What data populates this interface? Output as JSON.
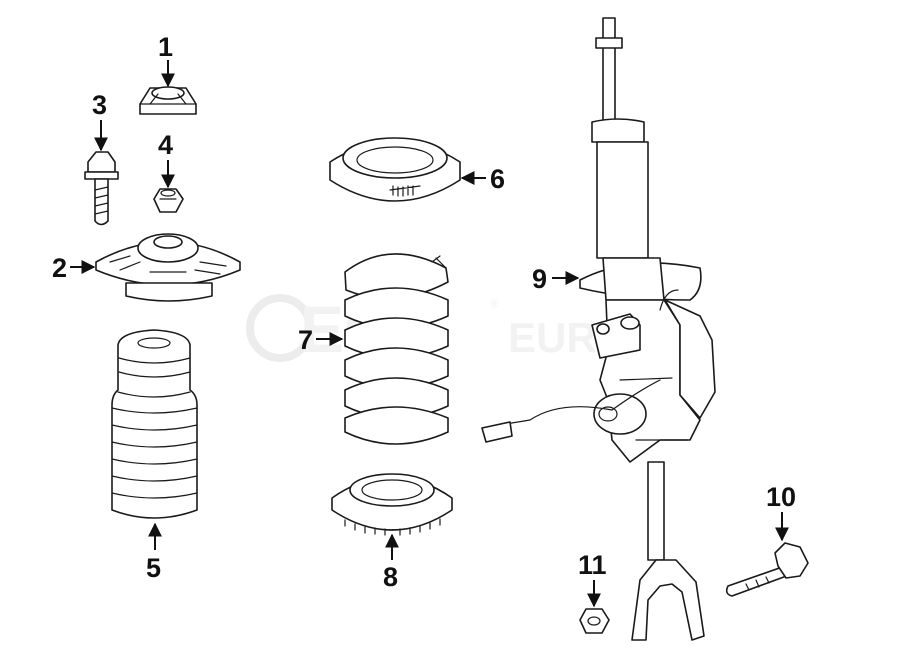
{
  "watermark": {
    "brand": "ECS",
    "suffix": "EURO",
    "registered": "®"
  },
  "callouts": [
    "1",
    "2",
    "3",
    "4",
    "5",
    "6",
    "7",
    "8",
    "9",
    "10",
    "11"
  ],
  "parts": [
    {
      "number": "1",
      "icon": "upper-mount-bushing-icon"
    },
    {
      "number": "2",
      "icon": "strut-mount-icon"
    },
    {
      "number": "3",
      "icon": "bolt-icon"
    },
    {
      "number": "4",
      "icon": "nut-icon"
    },
    {
      "number": "5",
      "icon": "bump-stop-boot-icon"
    },
    {
      "number": "6",
      "icon": "upper-spring-seat-icon"
    },
    {
      "number": "7",
      "icon": "coil-spring-icon"
    },
    {
      "number": "8",
      "icon": "lower-spring-seat-icon"
    },
    {
      "number": "9",
      "icon": "strut-assembly-icon"
    },
    {
      "number": "10",
      "icon": "bolt-icon"
    },
    {
      "number": "11",
      "icon": "nut-icon"
    }
  ]
}
